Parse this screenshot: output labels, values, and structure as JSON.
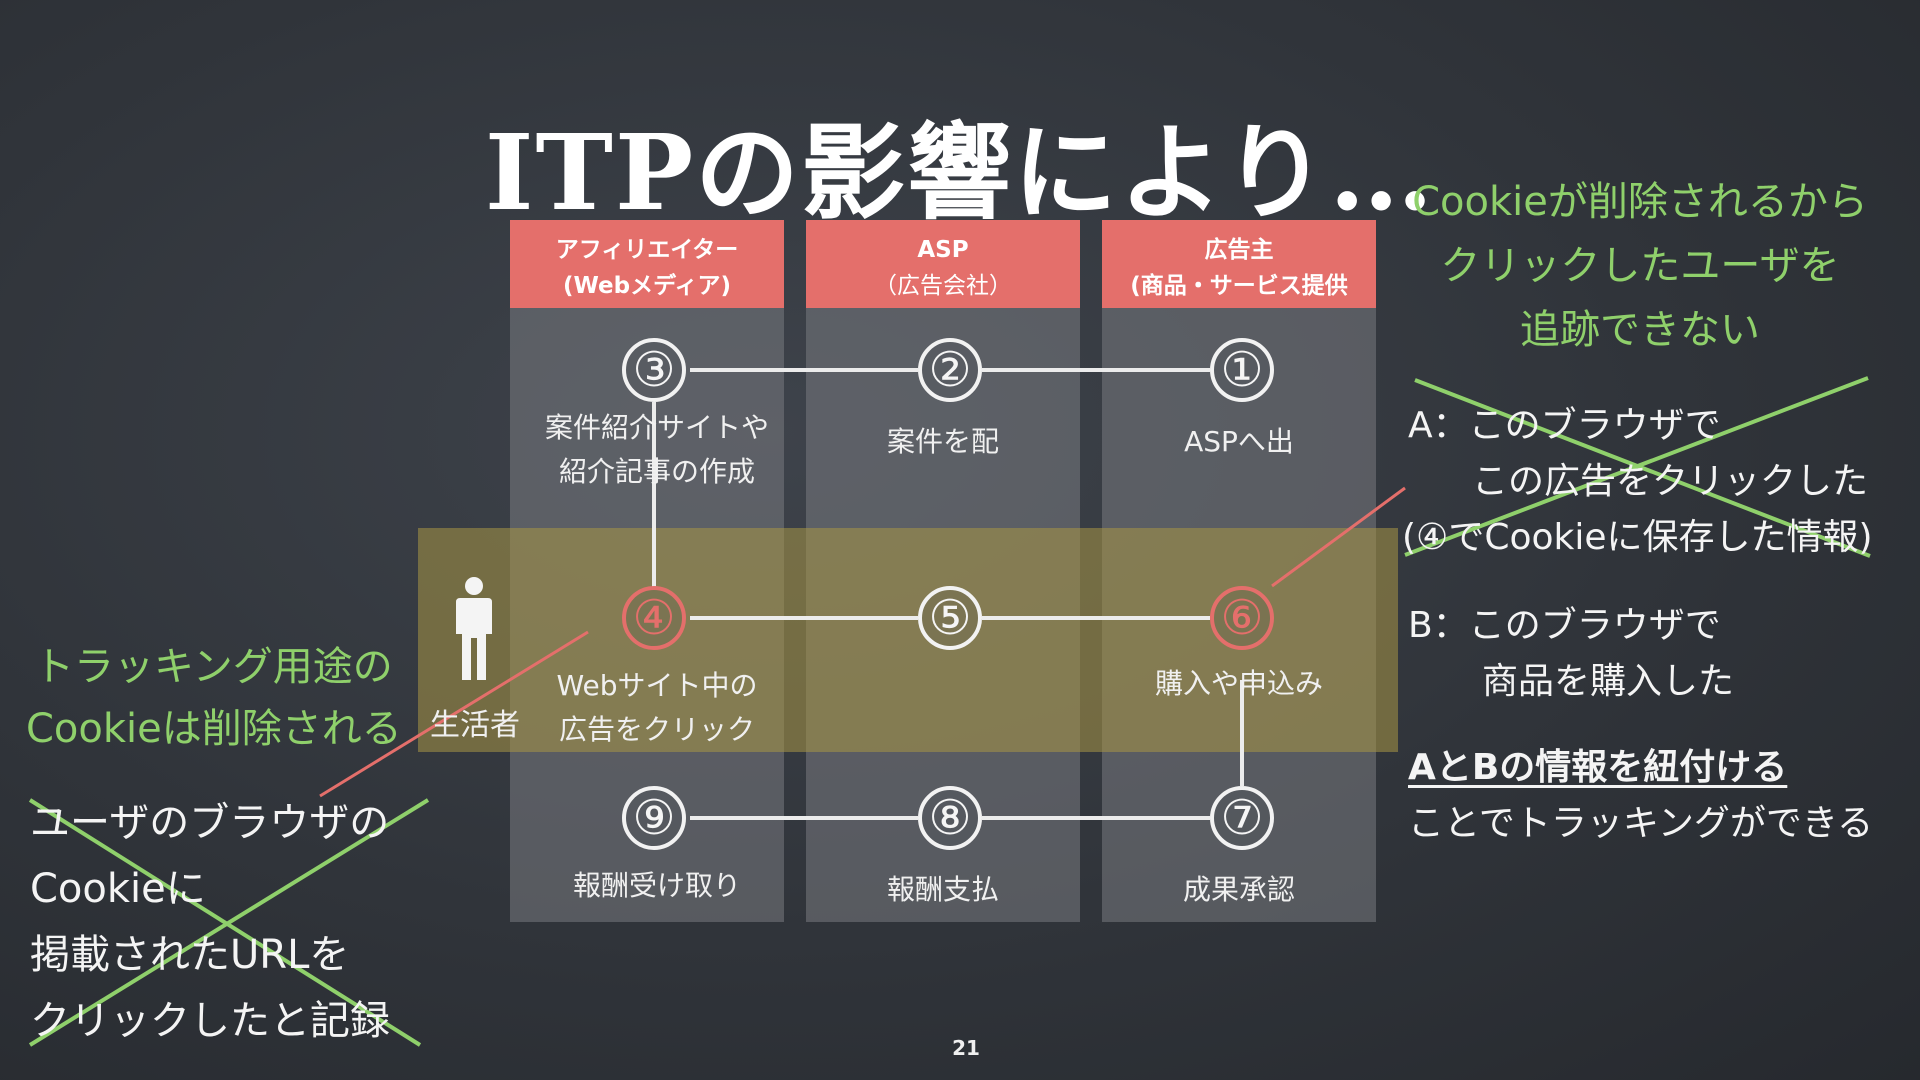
{
  "title": "ITPの影響により…",
  "columns": [
    {
      "head_line1": "アフィリエイター",
      "head_line2": "(Webメディア)"
    },
    {
      "head_line1": "ASP",
      "head_line2": "（広告会社）"
    },
    {
      "head_line1": "広告主",
      "head_line2": "(商品・サービス提供"
    }
  ],
  "steps": {
    "s1": {
      "num": "①",
      "label": "ASPへ出"
    },
    "s2": {
      "num": "②",
      "label": "案件を配"
    },
    "s3": {
      "num": "③",
      "label1": "案件紹介サイトや",
      "label2": "紹介記事の作成"
    },
    "s4": {
      "num": "④",
      "label1": "Webサイト中の",
      "label2": "広告をクリック"
    },
    "s5": {
      "num": "⑤"
    },
    "s6": {
      "num": "⑥",
      "label": "購入や申込み"
    },
    "s7": {
      "num": "⑦",
      "label": "成果承認"
    },
    "s8": {
      "num": "⑧",
      "label": "報酬支払"
    },
    "s9": {
      "num": "⑨",
      "label": "報酬受け取り"
    }
  },
  "consumer_label": "生活者",
  "left_green": {
    "line1": "トラッキング用途の",
    "line2": "Cookieは削除される"
  },
  "left_white": {
    "line1": "ユーザのブラウザの",
    "line2": "Cookieに",
    "line3": "掲載されたURLを",
    "line4": "クリックしたと記録"
  },
  "right_green": {
    "line1": "Cookieが削除されるから",
    "line2": "クリックしたユーザを",
    "line3": "追跡できない"
  },
  "right_a": {
    "line1": "A：このブラウザで",
    "line2": "この広告をクリックした",
    "line3": "(④でCookieに保存した情報)"
  },
  "right_b": {
    "line1": "B：このブラウザで",
    "line2": "商品を購入した"
  },
  "right_conclusion": {
    "line1": "AとBの情報を紐付ける",
    "line2": "ことでトラッキングができる"
  },
  "page_number": "21",
  "colors": {
    "accent_red": "#e46f6b",
    "green": "#8fd06b",
    "band": "#a8964a"
  }
}
